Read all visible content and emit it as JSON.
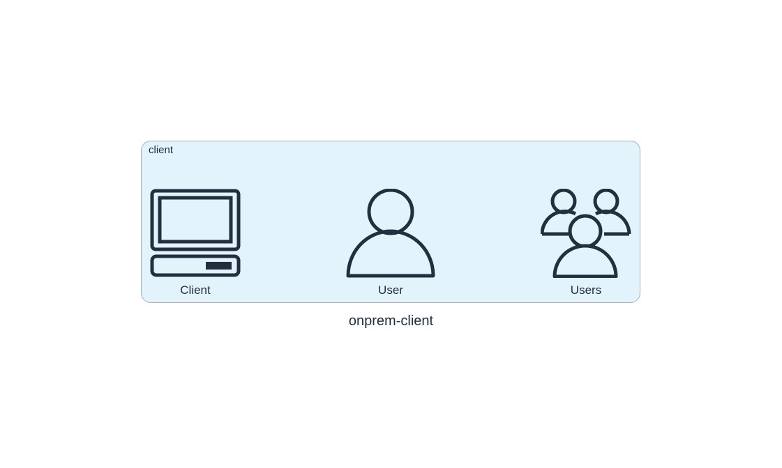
{
  "diagram": {
    "caption": "onprem-client",
    "cluster": {
      "label": "client",
      "fill": "#e3f3fb",
      "border": "#a9b0b6"
    },
    "nodes": [
      {
        "id": "client",
        "label": "Client",
        "icon": "computer-icon"
      },
      {
        "id": "user",
        "label": "User",
        "icon": "user-icon"
      },
      {
        "id": "users",
        "label": "Users",
        "icon": "users-icon"
      }
    ],
    "icon_color": "#232f3e"
  }
}
